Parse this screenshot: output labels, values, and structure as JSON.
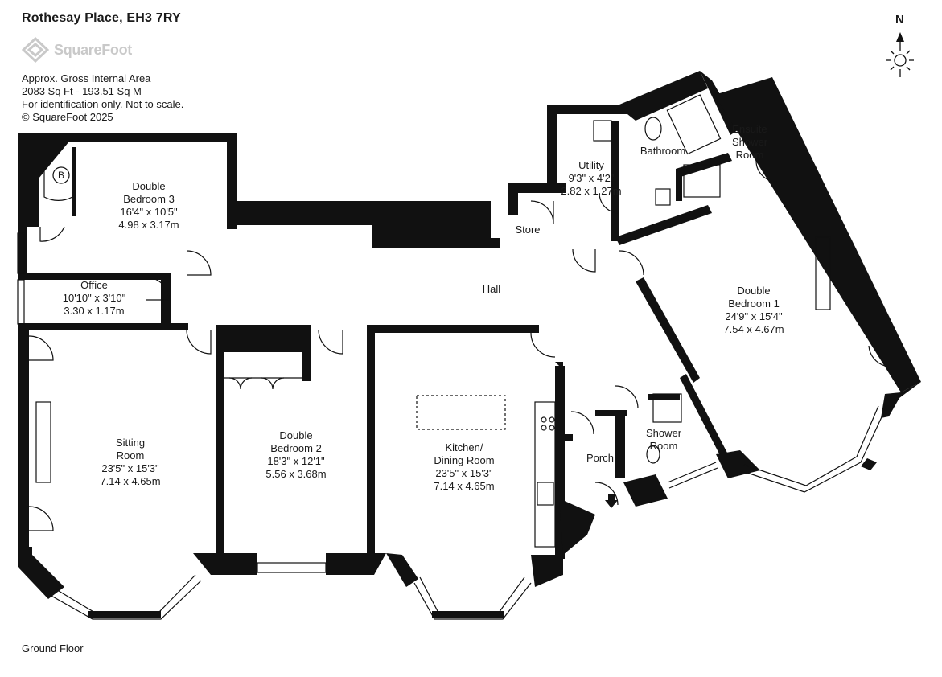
{
  "header": {
    "address": "Rothesay Place, EH3 7RY",
    "brand": "SquareFoot",
    "info_lines": [
      "Approx. Gross Internal Area",
      "2083 Sq Ft  -  193.51 Sq M",
      "For identification only. Not to scale.",
      "© SquareFoot 2025"
    ]
  },
  "compass": {
    "label": "N"
  },
  "footer": {
    "floor": "Ground Floor"
  },
  "rooms": [
    {
      "id": "double-bedroom-3",
      "lines": [
        "Double",
        "Bedroom 3",
        "16'4\" x 10'5\"",
        "4.98 x 3.17m"
      ]
    },
    {
      "id": "office",
      "lines": [
        "Office",
        "10'10\" x 3'10\"",
        "3.30 x 1.17m"
      ]
    },
    {
      "id": "sitting-room",
      "lines": [
        "Sitting",
        "Room",
        "23'5\" x 15'3\"",
        "7.14 x 4.65m"
      ]
    },
    {
      "id": "double-bedroom-2",
      "lines": [
        "Double",
        "Bedroom 2",
        "18'3\" x 12'1\"",
        "5.56 x 3.68m"
      ]
    },
    {
      "id": "kitchen-dining",
      "lines": [
        "Kitchen/",
        "Dining Room",
        "23'5\" x 15'3\"",
        "7.14 x 4.65m"
      ]
    },
    {
      "id": "hall",
      "lines": [
        "Hall"
      ]
    },
    {
      "id": "utility",
      "lines": [
        "Utility",
        "9'3\" x 4'2\"",
        "2.82 x 1.27m"
      ]
    },
    {
      "id": "store",
      "lines": [
        "Store"
      ]
    },
    {
      "id": "bathroom",
      "lines": [
        "Bathroom"
      ]
    },
    {
      "id": "ensuite",
      "lines": [
        "Ensuite",
        "Shower",
        "Room"
      ]
    },
    {
      "id": "double-bedroom-1",
      "lines": [
        "Double",
        "Bedroom 1",
        "24'9\" x 15'4\"",
        "7.54 x 4.67m"
      ]
    },
    {
      "id": "porch",
      "lines": [
        "Porch"
      ]
    },
    {
      "id": "shower-room",
      "lines": [
        "Shower",
        "Room"
      ]
    }
  ],
  "fixtures": {
    "boiler": "B"
  },
  "colors": {
    "wall": "#111111",
    "window": "#ffffff",
    "brand": "#c9c9c9"
  }
}
